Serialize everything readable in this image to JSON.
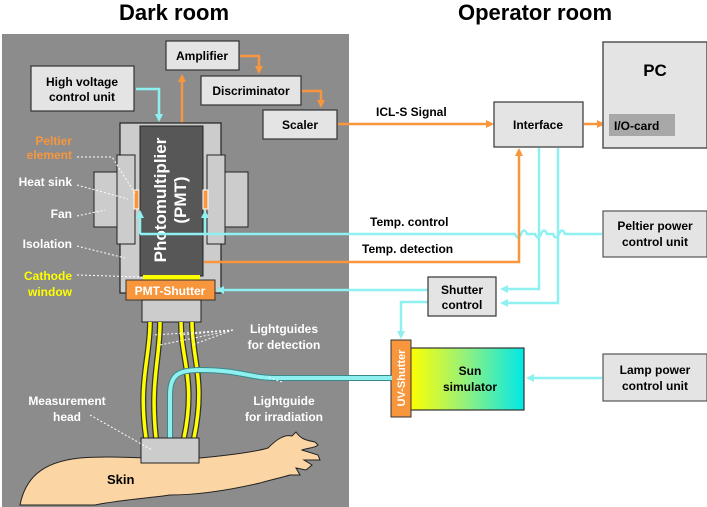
{
  "titles": {
    "dark_room": "Dark room",
    "operator_room": "Operator room"
  },
  "boxes": {
    "amplifier": "Amplifier",
    "hv_line1": "High voltage",
    "hv_line2": "control unit",
    "discriminator": "Discriminator",
    "scaler": "Scaler",
    "interface": "Interface",
    "pc": "PC",
    "io_card": "I/O-card",
    "pmt_line1": "Photomultiplier",
    "pmt_line2": "(PMT)",
    "pmt_shutter": "PMT-Shutter",
    "shutter_line1": "Shutter",
    "shutter_line2": "control",
    "peltier_line1": "Peltier power",
    "peltier_line2": "control unit",
    "uv_shutter": "UV-Shutter",
    "sun_line1": "Sun",
    "sun_line2": "simulator",
    "lamp_line1": "Lamp power",
    "lamp_line2": "control unit"
  },
  "signals": {
    "icl": "ICL-S Signal",
    "temp_control": "Temp. control",
    "temp_detection": "Temp. detection"
  },
  "annotations": {
    "peltier_line1": "Peltier",
    "peltier_line2": "element",
    "heat_sink": "Heat sink",
    "fan": "Fan",
    "isolation": "Isolation",
    "cathode_line1": "Cathode",
    "cathode_line2": "window",
    "lg_det_line1": "Lightguides",
    "lg_det_line2": "for detection",
    "measurement_line1": "Measurement",
    "measurement_line2": "head",
    "lg_irr_line1": "Lightguide",
    "lg_irr_line2": "for irradiation",
    "skin": "Skin"
  },
  "colors": {
    "signal_orange": "#f7963c",
    "control_cyan": "#8ef0f0",
    "dark_room_bg": "#8c8c8c",
    "box_fill": "#e4e4e4",
    "pmt_fill": "#575757",
    "cathode_yellow": "#ffff00",
    "skin": "#fbd5a4",
    "lightguide_yellow": "#ffff00"
  }
}
